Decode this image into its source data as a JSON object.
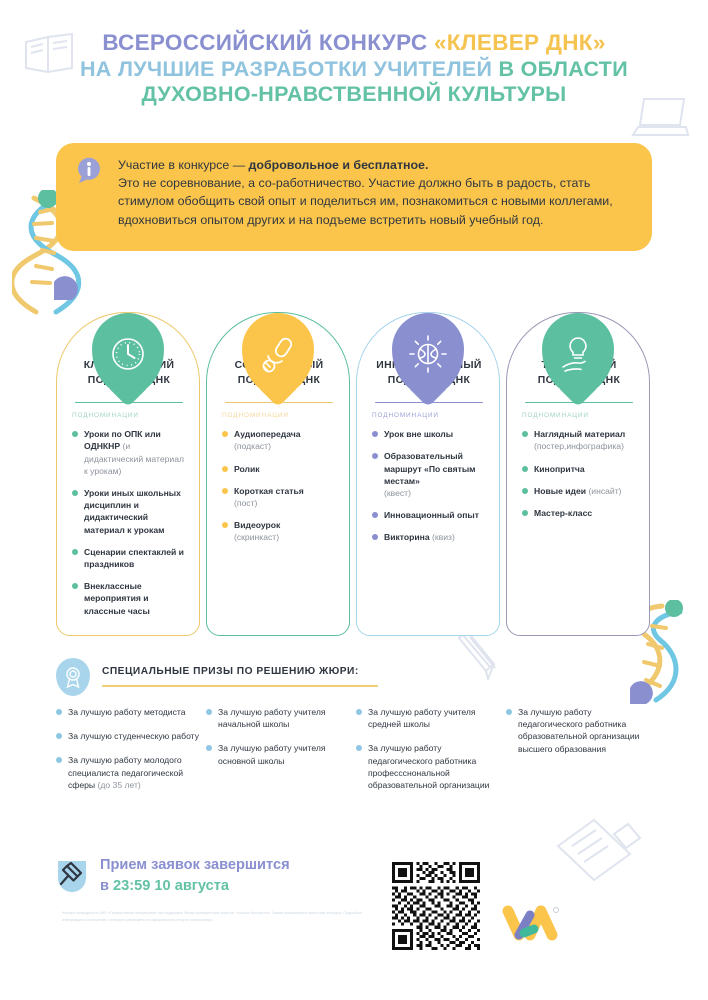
{
  "header": {
    "line1_a": "ВСЕРОССИЙСКИЙ КОНКУРС ",
    "line1_b": "«КЛЕВЕР ДНК»",
    "line2_a": "НА ЛУЧШИЕ РАЗРАБОТКИ УЧИТЕЛЕЙ ",
    "line2_b": "В ОБЛАСТИ",
    "line3": "ДУХОВНО-НРАВСТВЕННОЙ КУЛЬТУРЫ",
    "colors": {
      "purple": "#8a8fd0",
      "yellow": "#f5c34f",
      "blue": "#8fc3de",
      "green": "#63c2a5"
    }
  },
  "banner": {
    "icon": "info-icon",
    "bg": "#fbc54c",
    "lead_plain": "Участие в конкурсе — ",
    "lead_bold": "добровольное и бесплатное.",
    "body": "Это не соревнование, а со-работничество. Участие должно быть в радость, стать стимулом обобщить свой опыт и поделиться им, познакомиться с новыми коллегами, вдохновиться опытом других и на подъеме встретить новый учебный год."
  },
  "cards": [
    {
      "title": "КЛАССИЧЕСКИЙ ПОДХОД К ДНК",
      "icon": "clock-icon",
      "badge_color": "#5cbfa0",
      "border_color": "#edc96e",
      "rule_color": "#5cbfa0",
      "dot_color": "#5cbfa0",
      "subnom_label": "ПОДНОМИНАЦИИ",
      "subnom_color": "#9fd4c3",
      "items": [
        {
          "bold": "Уроки по ОПК или ОДНКНР",
          "note": "(и дидактический материал к урокам)"
        },
        {
          "bold": "Уроки иных школьных дисциплин и дидактический материал к урокам",
          "note": ""
        },
        {
          "bold": "Сценарии спектаклей и праздников",
          "note": ""
        },
        {
          "bold": "Внеклассные мероприятия и классные часы",
          "note": ""
        }
      ]
    },
    {
      "title": "СОВРЕМЕННЫЙ ПОДХОД К ДНК",
      "icon": "microphone-icon",
      "badge_color": "#fbc54c",
      "border_color": "#5cbfa0",
      "rule_color": "#edc96e",
      "dot_color": "#fbc54c",
      "subnom_label": "ПОДНОМИНАЦИИ",
      "subnom_color": "#f3d79a",
      "items": [
        {
          "bold": "Аудиопередача",
          "note": "(подкаст)"
        },
        {
          "bold": "Ролик",
          "note": ""
        },
        {
          "bold": "Короткая статья",
          "note": "(пост)"
        },
        {
          "bold": "Видеоурок",
          "note": "(скринкаст)"
        }
      ]
    },
    {
      "title": "ИННОВАЦИОННЫЙ ПОДХОД К ДНК",
      "icon": "brain-bulb-icon",
      "badge_color": "#8a8fd0",
      "border_color": "#a8d5ec",
      "rule_color": "#8a8fd0",
      "dot_color": "#8a8fd0",
      "subnom_label": "ПОДНОМИНАЦИИ",
      "subnom_color": "#9ea3d8",
      "items": [
        {
          "bold": "Урок вне школы",
          "note": ""
        },
        {
          "bold": "Образовательный маршрут «По святым местам»",
          "note": "(квест)"
        },
        {
          "bold": "Инновационный опыт",
          "note": ""
        },
        {
          "bold": "Викторина ",
          "note": "(квиз)"
        }
      ]
    },
    {
      "title": "ТВОРЧЕСКИЙ ПОДХОД К ДНК",
      "icon": "hand-bulb-icon",
      "badge_color": "#5cbfa0",
      "border_color": "#9a9ab8",
      "rule_color": "#5cbfa0",
      "dot_color": "#5cbfa0",
      "subnom_label": "ПОДНОМИНАЦИИ",
      "subnom_color": "#9fd4c3",
      "items": [
        {
          "bold": "Наглядный материал",
          "note": "(постер,инфографика)"
        },
        {
          "bold": "Кинопритча",
          "note": ""
        },
        {
          "bold": "Новые идеи ",
          "note": "(инсайт)"
        },
        {
          "bold": "Мастер-класс",
          "note": ""
        }
      ]
    }
  ],
  "prizes": {
    "icon": "award-medal-icon",
    "title": "СПЕЦИАЛЬНЫЕ ПРИЗЫ ПО РЕШЕНИЮ ЖЮРИ:",
    "columns": [
      [
        {
          "bold": "За лучшую работу методиста",
          "note": ""
        },
        {
          "bold": "За лучшую студенческую работу",
          "note": ""
        },
        {
          "bold": "За лучшую работу молодого специалиста педагогической сферы ",
          "note": "(до 35 лет)"
        }
      ],
      [
        {
          "bold": "За лучшую работу учителя начальной школы",
          "note": ""
        },
        {
          "bold": "За лучшую работу учителя основной школы",
          "note": ""
        }
      ],
      [
        {
          "bold": "За лучшую работу учителя средней школы",
          "note": ""
        },
        {
          "bold": "За лучшую работу педагогического работника профессснональной образовательной организации",
          "note": ""
        }
      ],
      [
        {
          "bold": "За лучшую работу педагогического работника образовательной организации высшего образования",
          "note": ""
        }
      ]
    ]
  },
  "footer": {
    "pin_icon": "pushpin-icon",
    "deadline_line1": "Прием заявок завершится",
    "deadline_line2_prefix": "в ",
    "deadline_line2_highlight": "23:59 10 августа",
    "fineprint": "Конкурс проводится в АНО «Православная инициатива» при поддержке Фонда президентских грантов. Участие бесплатное. Заявки принимаются через сайт конкурса. Подробная информация и положение о конкурсе размещены на официальном ресурсе организатора.",
    "qr_alt": "qr-code",
    "logo_alt": "kleverlab-logo"
  }
}
